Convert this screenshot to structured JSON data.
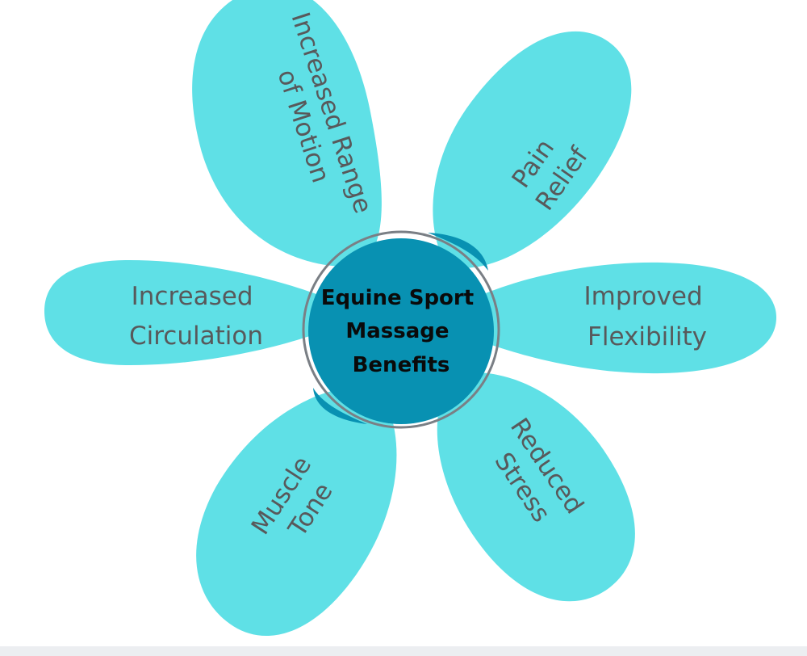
{
  "diagram": {
    "center": {
      "lines": [
        "Equine Sport",
        "Massage",
        "Benefits"
      ],
      "color": "#0891b2"
    },
    "petal_color": "#5fe0e6",
    "petals": [
      {
        "id": "increased-range-of-motion",
        "lines": [
          "Increased Range",
          "of Motion"
        ]
      },
      {
        "id": "pain-relief",
        "lines": [
          "Pain",
          "Relief"
        ]
      },
      {
        "id": "improved-flexibility",
        "lines": [
          "Improved",
          "Flexibility"
        ]
      },
      {
        "id": "reduced-stress",
        "lines": [
          "Reduced",
          "Stress"
        ]
      },
      {
        "id": "muscle-tone",
        "lines": [
          "Muscle",
          "Tone"
        ]
      },
      {
        "id": "increased-circulation",
        "lines": [
          "Increased",
          "Circulation"
        ]
      }
    ]
  }
}
